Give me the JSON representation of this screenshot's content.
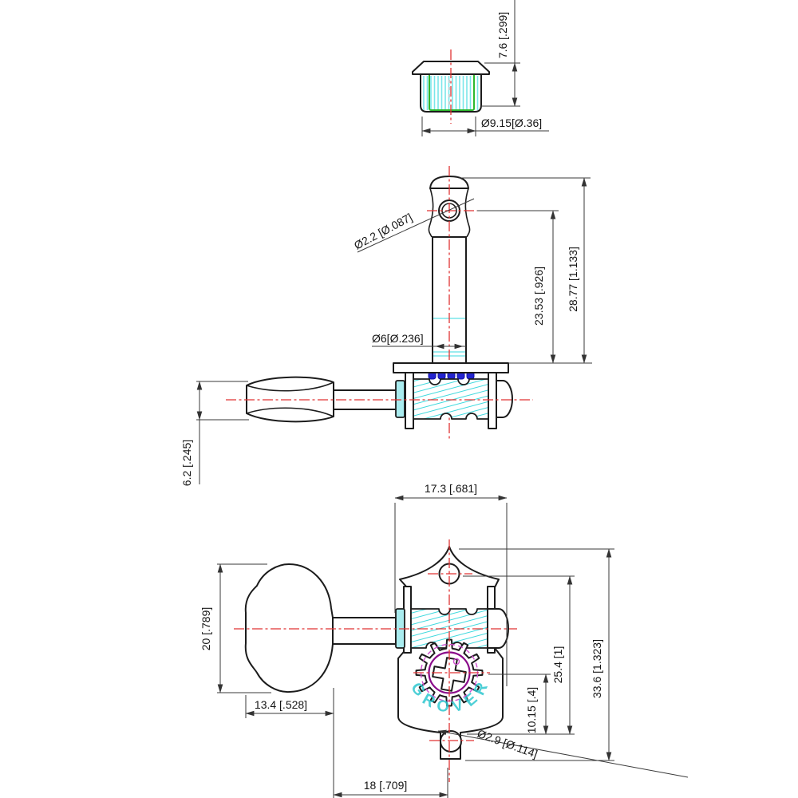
{
  "brand": {
    "text": "GROVER"
  },
  "dims": {
    "bushing_height": "7.6 [.299]",
    "bushing_diameter": "Ø9.15[Ø.36]",
    "string_hole_diameter": "Ø2.2 [Ø.087]",
    "post_above_plate": "23.53 [.926]",
    "post_overall": "28.77 [1.133]",
    "post_diameter": "Ø6[Ø.236]",
    "button_thickness": "6.2 [.245]",
    "housing_width": "17.3 [.681]",
    "button_length": "20 [.789]",
    "button_width": "13.4 [.528]",
    "hole_spacing": "25.4 [1]",
    "plate_length": "33.6 [1.323]",
    "gear_to_hole": "10.15 [.4]",
    "screw_hole_diameter": "Ø2.9 [Ø.114]",
    "center_offset": "18 [.709]"
  },
  "colors": {
    "outline": "#1c1c1c",
    "centerline": "#e03333",
    "hatch": "#3fd9de",
    "knurl": "#7ae6ea",
    "capcyan": "#a9ecef",
    "blue": "#2324cf",
    "magenta": "#cf4fd0",
    "purple": "#8a0b8a",
    "green": "#2eb82e",
    "brand": "#2fc7cf"
  }
}
